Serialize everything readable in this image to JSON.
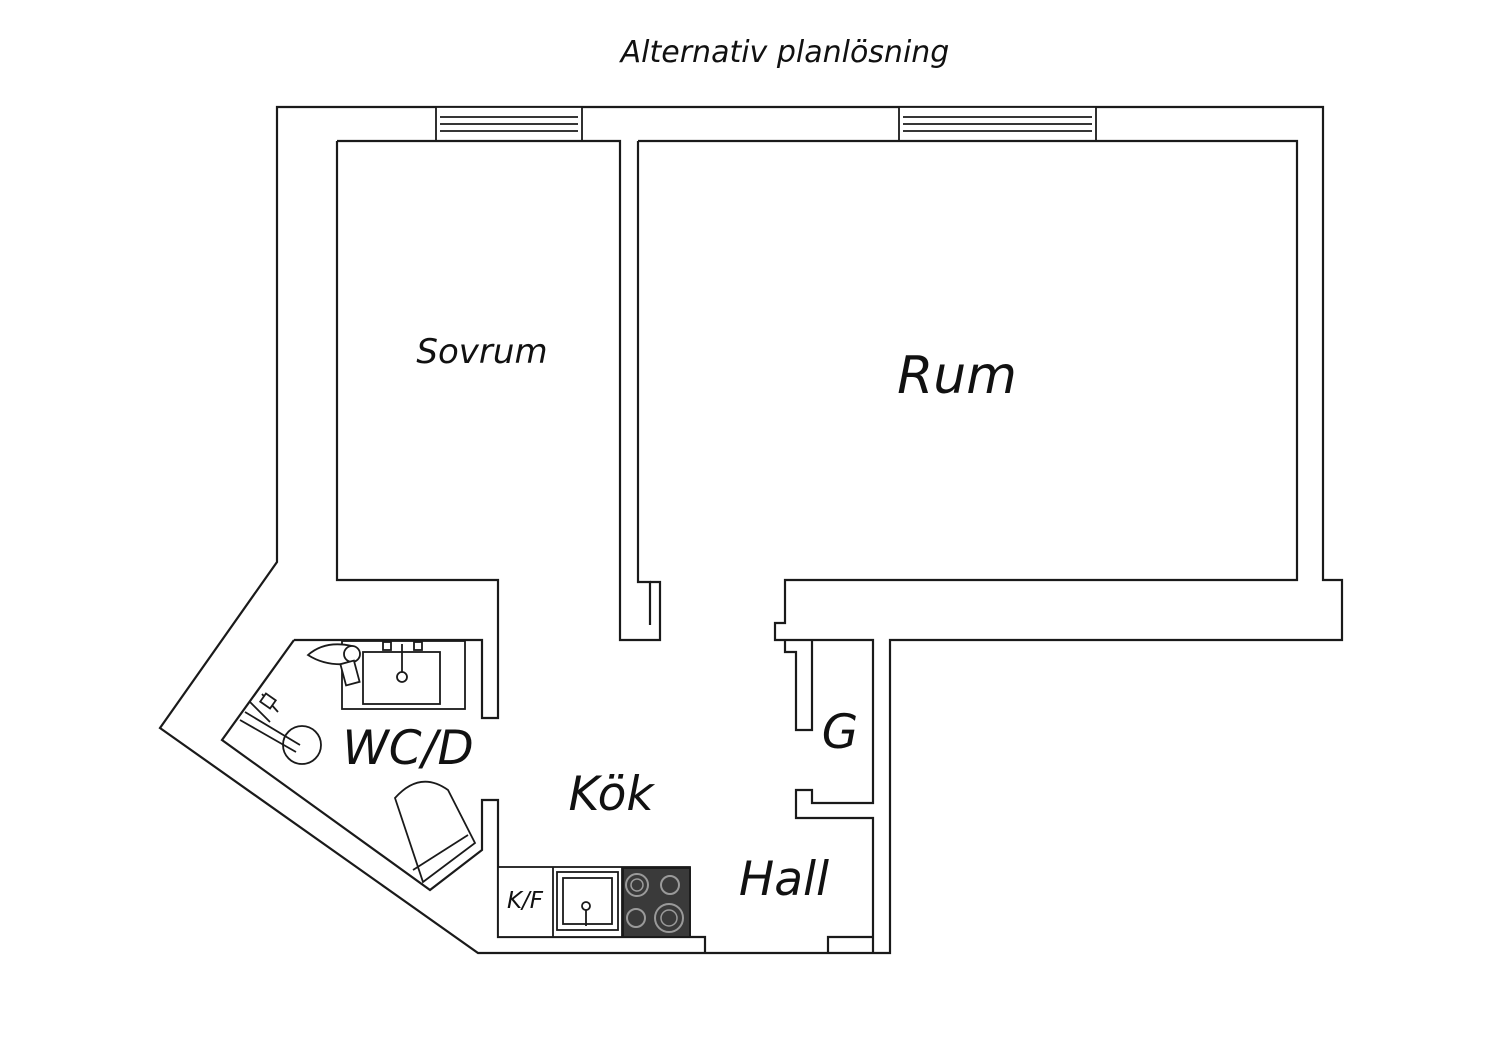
{
  "title": "Alternativ planlösning",
  "rooms": {
    "sovrum": "Sovrum",
    "rum": "Rum",
    "wc": "WC/D",
    "kok": "Kök",
    "hall": "Hall",
    "garderob": "G",
    "kf": "K/F"
  },
  "colors": {
    "line": "#1a1a1a",
    "stove": "#3a3a3a",
    "burner": "#9a9a9a"
  },
  "fixtures": [
    "window",
    "window",
    "washbasin",
    "washing-machine",
    "toilet",
    "sink",
    "stove"
  ]
}
